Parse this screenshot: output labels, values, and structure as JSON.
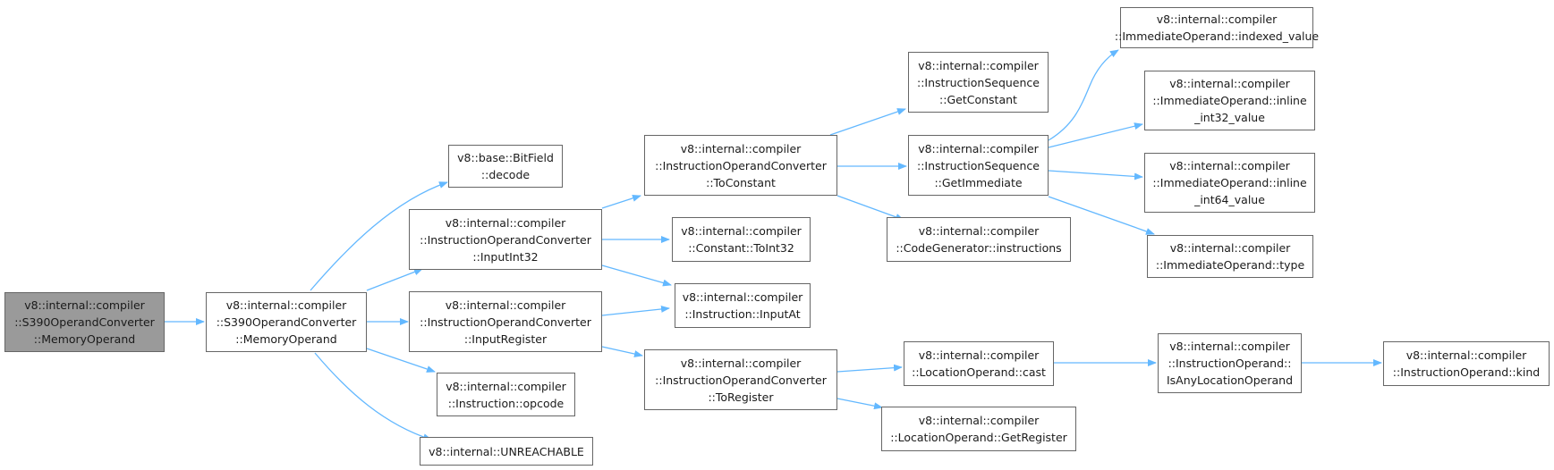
{
  "diagram": {
    "edge_color": "#63b8ff",
    "root_fill": "#9a9a9a",
    "nodes": {
      "n_root": [
        "v8::internal::compiler",
        "::S390OperandConverter",
        "::MemoryOperand"
      ],
      "n_mem": [
        "v8::internal::compiler",
        "::S390OperandConverter",
        "::MemoryOperand"
      ],
      "n_bitfield": [
        "v8::base::BitField",
        "::decode"
      ],
      "n_inputint32": [
        "v8::internal::compiler",
        "::InstructionOperandConverter",
        "::InputInt32"
      ],
      "n_inputreg": [
        "v8::internal::compiler",
        "::InstructionOperandConverter",
        "::InputRegister"
      ],
      "n_opcode": [
        "v8::internal::compiler",
        "::Instruction::opcode"
      ],
      "n_unreachable": [
        "v8::internal::UNREACHABLE"
      ],
      "n_toconstant": [
        "v8::internal::compiler",
        "::InstructionOperandConverter",
        "::ToConstant"
      ],
      "n_toint32": [
        "v8::internal::compiler",
        "::Constant::ToInt32"
      ],
      "n_inputat": [
        "v8::internal::compiler",
        "::Instruction::InputAt"
      ],
      "n_toregister": [
        "v8::internal::compiler",
        "::InstructionOperandConverter",
        "::ToRegister"
      ],
      "n_getconstant": [
        "v8::internal::compiler",
        "::InstructionSequence",
        "::GetConstant"
      ],
      "n_getimmediate": [
        "v8::internal::compiler",
        "::InstructionSequence",
        "::GetImmediate"
      ],
      "n_instructions": [
        "v8::internal::compiler",
        "::CodeGenerator::instructions"
      ],
      "n_cast": [
        "v8::internal::compiler",
        "::LocationOperand::cast"
      ],
      "n_getregister": [
        "v8::internal::compiler",
        "::LocationOperand::GetRegister"
      ],
      "n_indexed": [
        "v8::internal::compiler",
        "::ImmediateOperand::indexed_value"
      ],
      "n_inline32": [
        "v8::internal::compiler",
        "::ImmediateOperand::inline",
        "_int32_value"
      ],
      "n_inline64": [
        "v8::internal::compiler",
        "::ImmediateOperand::inline",
        "_int64_value"
      ],
      "n_type": [
        "v8::internal::compiler",
        "::ImmediateOperand::type"
      ],
      "n_isany": [
        "v8::internal::compiler",
        "::InstructionOperand::",
        "IsAnyLocationOperand"
      ],
      "n_kind": [
        "v8::internal::compiler",
        "::InstructionOperand::kind"
      ]
    }
  }
}
